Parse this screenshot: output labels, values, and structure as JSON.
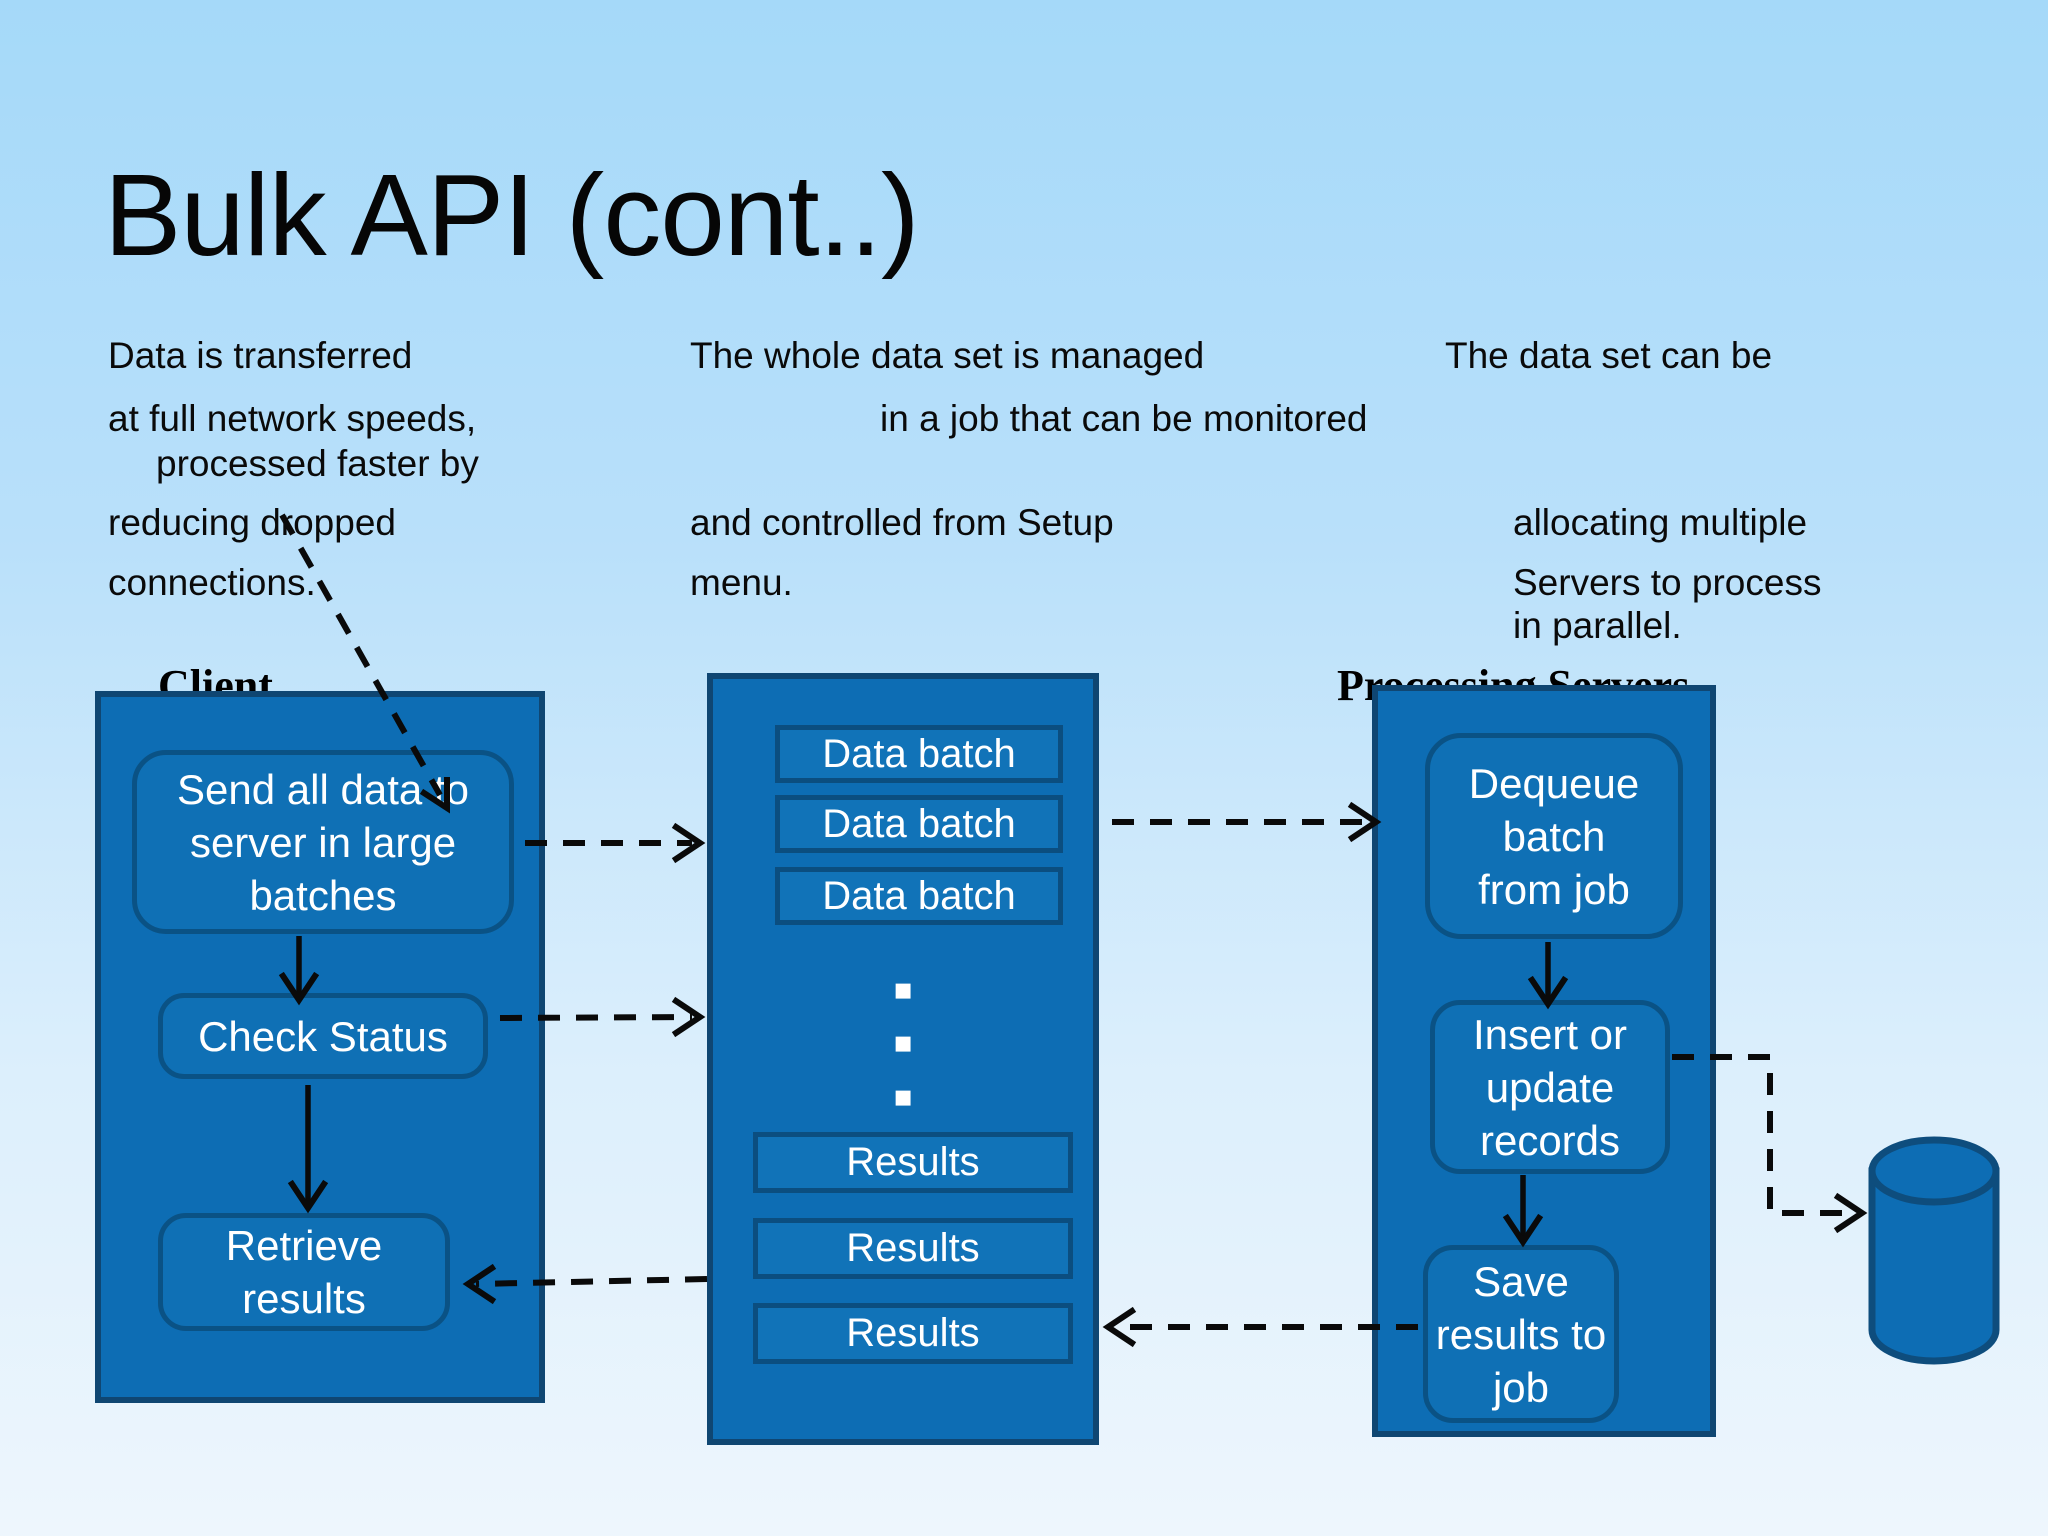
{
  "slide": {
    "title": "Bulk API (cont..)"
  },
  "notes": {
    "left": [
      "Data is transferred",
      "at full network speeds,",
      "processed faster by",
      "reducing dropped",
      "connections."
    ],
    "middle": [
      "The whole data set is managed",
      "in a job that can be monitored",
      "and controlled from Setup",
      "menu."
    ],
    "right": [
      "The data set can be",
      "allocating  multiple",
      "Servers to process",
      "in parallel."
    ]
  },
  "labels": {
    "client": "Client",
    "processing_servers": "Processing Servers"
  },
  "client_flow": {
    "step1_lines": [
      "Send all data to",
      "server in large",
      "batches"
    ],
    "step2": "Check Status",
    "step3_lines": [
      "Retrieve",
      "results"
    ]
  },
  "queue": {
    "batches": [
      "Data batch",
      "Data batch",
      "Data batch"
    ],
    "dots": [
      "▪",
      "▪",
      "▪"
    ],
    "results": [
      "Results",
      "Results",
      "Results"
    ]
  },
  "server_flow": {
    "step1_lines": [
      "Dequeue",
      "batch",
      "from job"
    ],
    "step2_lines": [
      "Insert or",
      "update",
      "records"
    ],
    "step3_lines": [
      "Save",
      "results to",
      "job"
    ]
  },
  "icons": {
    "database": "database-cylinder-icon",
    "arrows": "dashed-and-solid-flow-arrows"
  },
  "colors": {
    "background_top": "#a5d9f9",
    "background_bottom": "#eef6fd",
    "box_fill": "#0d6db4",
    "box_border": "#0f4672",
    "inner_border": "#0a5285",
    "queue_rect_fill": "#1173b8",
    "text_light": "#ffffff",
    "text_dark": "#0a0a0a"
  }
}
